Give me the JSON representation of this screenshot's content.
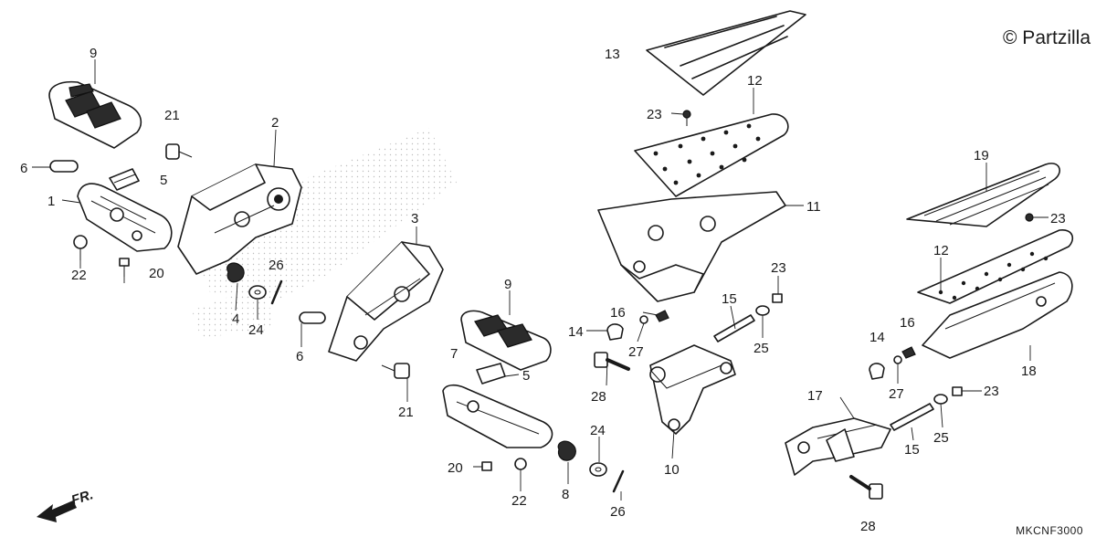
{
  "watermark": "© Partzilla",
  "diagram_code": "MKCNF3000",
  "front_indicator": "FR.",
  "callouts": {
    "c9a": "9",
    "c21a": "21",
    "c2": "2",
    "c6a": "6",
    "c5a": "5",
    "c1": "1",
    "c22a": "22",
    "c20a": "20",
    "c26a": "26",
    "c4": "4",
    "c24a": "24",
    "c3": "3",
    "c6b": "6",
    "c21b": "21",
    "c9b": "9",
    "c7": "7",
    "c5b": "5",
    "c20b": "20",
    "c22b": "22",
    "c24b": "24",
    "c8": "8",
    "c26b": "26",
    "c13": "13",
    "c23a": "23",
    "c12a": "12",
    "c11": "11",
    "c16a": "16",
    "c14a": "14",
    "c27a": "27",
    "c28a": "28",
    "c15a": "15",
    "c23b": "23",
    "c25a": "25",
    "c10": "10",
    "c19": "19",
    "c23c": "23",
    "c12b": "12",
    "c16b": "16",
    "c14b": "14",
    "c18": "18",
    "c27b": "27",
    "c17": "17",
    "c23d": "23",
    "c25b": "25",
    "c15b": "15",
    "c28b": "28"
  }
}
